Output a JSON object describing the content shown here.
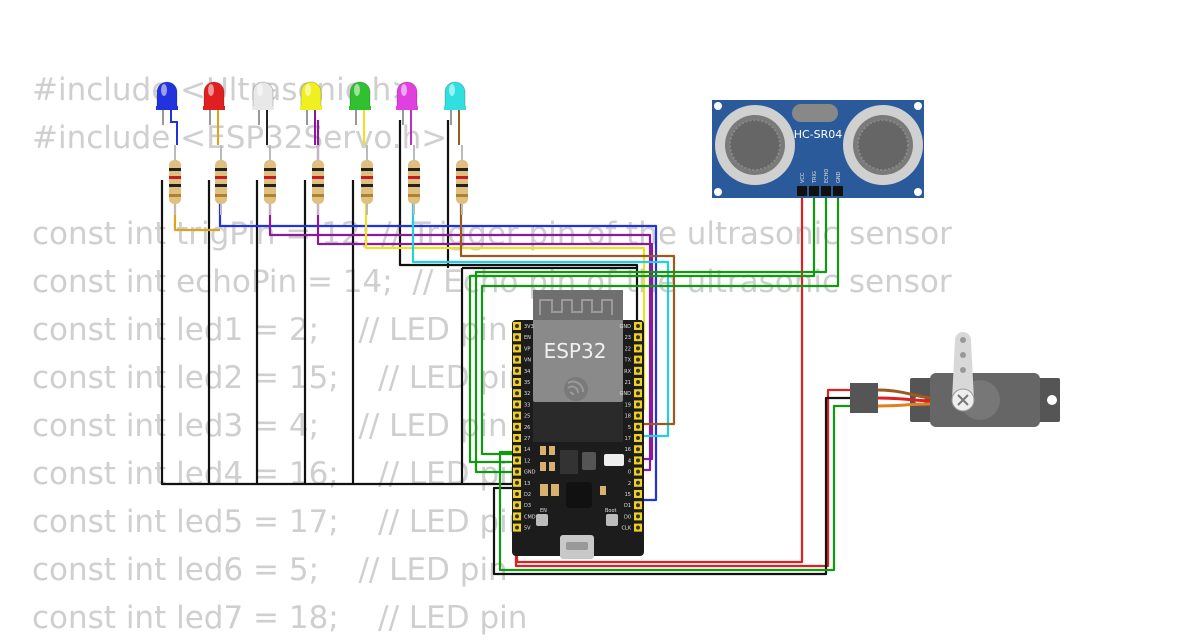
{
  "code_lines": [
    "#include <Ultrasonic.h>",
    "#include <ESP32Servo.h>",
    "",
    "const int trigPin = 12; // Trigger pin of the ultrasonic sensor",
    "const int echoPin = 14;  // Echo pin of the ultrasonic sensor",
    "const int led1 = 2;    // LED pin",
    "const int led2 = 15;    // LED pin",
    "const int led3 = 4;    // LED pin",
    "const int led4 = 16;    // LED pin",
    "const int led5 = 17;    // LED pin",
    "const int led6 = 5;    // LED pin",
    "const int led7 = 18;    // LED pin"
  ],
  "esp32": {
    "label": "ESP32",
    "left_pins": [
      "3V3",
      "EN",
      "VP",
      "VN",
      "34",
      "35",
      "32",
      "33",
      "25",
      "26",
      "27",
      "14",
      "12",
      "GND",
      "13",
      "D2",
      "D3",
      "CMD",
      "5V"
    ],
    "right_pins": [
      "GND",
      "23",
      "22",
      "TX",
      "RX",
      "21",
      "GND",
      "19",
      "18",
      "5",
      "17",
      "16",
      "4",
      "0",
      "2",
      "15",
      "D1",
      "D0",
      "CLK"
    ],
    "button_labels": [
      "EN",
      "Boot"
    ]
  },
  "sensor": {
    "label": "HC-SR04",
    "pins": [
      "VCC",
      "TRIG",
      "ECHO",
      "GND"
    ]
  },
  "leds": [
    {
      "color": "#2233dd",
      "wire": "#2233dd"
    },
    {
      "color": "#e02020",
      "wire": "#e0a020"
    },
    {
      "color": "#e8e8e8",
      "wire": "#222222"
    },
    {
      "color": "#f0f020",
      "wire": "#8a1a9a"
    },
    {
      "color": "#30c030",
      "wire": "#f0e020"
    },
    {
      "color": "#e040e0",
      "wire": "#c030c0"
    },
    {
      "color": "#30e0e0",
      "wire": "#9a5a20"
    }
  ],
  "wire_colors": {
    "black": "#111111",
    "red": "#e02020",
    "green": "#119911",
    "blue": "#2233dd",
    "cyan": "#22d0e0",
    "yellow": "#f0e020",
    "purple": "#8a1a9a",
    "brown": "#9a5a20",
    "orange": "#e08020"
  }
}
